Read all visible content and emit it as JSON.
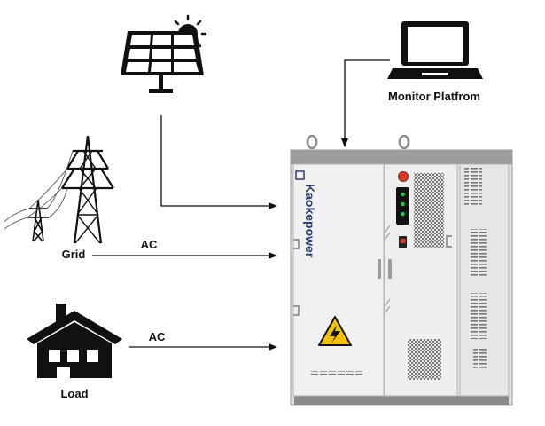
{
  "labels": {
    "monitor": "Monitor Platfrom",
    "grid": "Grid",
    "load": "Load",
    "ac_grid": "AC",
    "ac_load": "AC",
    "brand": "Kaokepower"
  },
  "colors": {
    "line": "#111111",
    "cabinet_body": "#efefef",
    "cabinet_frame": "#8c8c8c",
    "brand": "#2c3e6b",
    "button_red": "#d63a2a",
    "indicator_green": "#22c44a",
    "warning_yellow": "#f3c200"
  },
  "icons": [
    "solar-panel-icon",
    "sun-icon",
    "laptop-icon",
    "power-tower-icon",
    "house-icon",
    "warning-lightning-icon"
  ]
}
